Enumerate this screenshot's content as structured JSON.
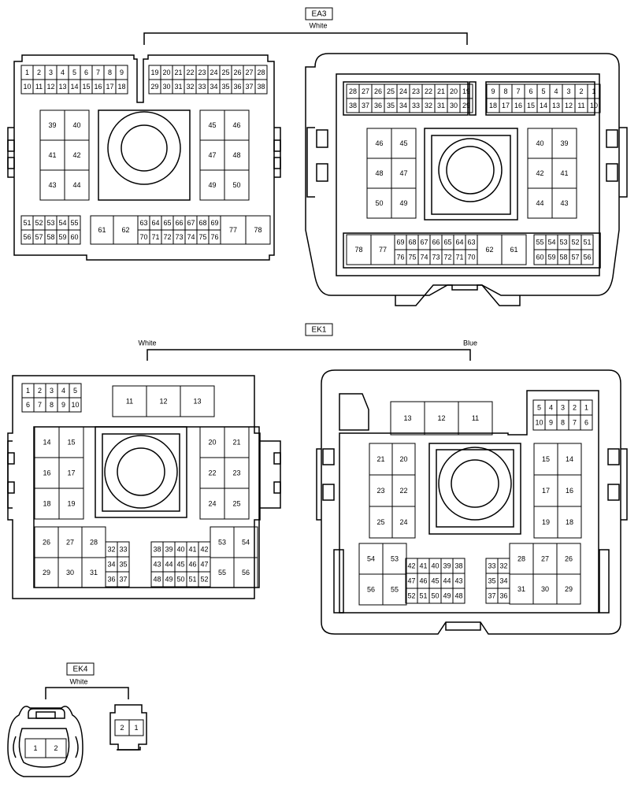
{
  "EA3": {
    "code": "EA3",
    "colors": [
      "White"
    ],
    "female": {
      "row_a": [
        "1",
        "2",
        "3",
        "4",
        "5",
        "6",
        "7",
        "8",
        "9",
        "19",
        "20",
        "21",
        "22",
        "23",
        "24",
        "25",
        "26",
        "27",
        "28"
      ],
      "row_b": [
        "10",
        "11",
        "12",
        "13",
        "14",
        "15",
        "16",
        "17",
        "18",
        "29",
        "30",
        "31",
        "32",
        "33",
        "34",
        "35",
        "36",
        "37",
        "38"
      ],
      "left_block": [
        "39",
        "40",
        "41",
        "42",
        "43",
        "44"
      ],
      "right_block": [
        "45",
        "46",
        "47",
        "48",
        "49",
        "50"
      ],
      "bottom_a": [
        "51",
        "52",
        "53",
        "54",
        "55"
      ],
      "bottom_b": [
        "56",
        "57",
        "58",
        "59",
        "60"
      ],
      "big": [
        "61",
        "62",
        "77",
        "78"
      ],
      "mid_a": [
        "63",
        "64",
        "65",
        "66",
        "67",
        "68",
        "69"
      ],
      "mid_b": [
        "70",
        "71",
        "72",
        "73",
        "74",
        "75",
        "76"
      ]
    },
    "male": {
      "row_a": [
        "28",
        "27",
        "26",
        "25",
        "24",
        "23",
        "22",
        "21",
        "20",
        "19",
        "9",
        "8",
        "7",
        "6",
        "5",
        "4",
        "3",
        "2",
        "1"
      ],
      "row_b": [
        "38",
        "37",
        "36",
        "35",
        "34",
        "33",
        "32",
        "31",
        "30",
        "29",
        "18",
        "17",
        "16",
        "15",
        "14",
        "13",
        "12",
        "11",
        "10"
      ],
      "left_block": [
        "46",
        "45",
        "48",
        "47",
        "50",
        "49"
      ],
      "right_block": [
        "40",
        "39",
        "42",
        "41",
        "44",
        "43"
      ],
      "big": [
        "78",
        "77",
        "62",
        "61"
      ],
      "mid_a": [
        "69",
        "68",
        "67",
        "66",
        "65",
        "64",
        "63"
      ],
      "mid_b": [
        "76",
        "75",
        "74",
        "73",
        "72",
        "71",
        "70"
      ],
      "bottom_a": [
        "55",
        "54",
        "53",
        "52",
        "51"
      ],
      "bottom_b": [
        "60",
        "59",
        "58",
        "57",
        "56"
      ]
    }
  },
  "EK1": {
    "code": "EK1",
    "colors": [
      "White",
      "Blue"
    ],
    "female": {
      "small_a": [
        "1",
        "2",
        "3",
        "4",
        "5"
      ],
      "small_b": [
        "6",
        "7",
        "8",
        "9",
        "10"
      ],
      "top": [
        "11",
        "12",
        "13"
      ],
      "left_block": [
        "14",
        "15",
        "16",
        "17",
        "18",
        "19"
      ],
      "right_block": [
        "20",
        "21",
        "22",
        "23",
        "24",
        "25"
      ],
      "bl_top": [
        "26",
        "27",
        "28"
      ],
      "bl_bot": [
        "29",
        "30",
        "31"
      ],
      "bl_small": [
        "32",
        "33",
        "34",
        "35",
        "36",
        "37"
      ],
      "bm_a": [
        "38",
        "39",
        "40",
        "41",
        "42"
      ],
      "bm_b": [
        "43",
        "44",
        "45",
        "46",
        "47"
      ],
      "bm_c": [
        "48",
        "49",
        "50",
        "51",
        "52"
      ],
      "br": [
        "53",
        "54",
        "55",
        "56"
      ]
    },
    "male": {
      "top": [
        "13",
        "12",
        "11"
      ],
      "small_a": [
        "5",
        "4",
        "3",
        "2",
        "1"
      ],
      "small_b": [
        "10",
        "9",
        "8",
        "7",
        "6"
      ],
      "left_block": [
        "21",
        "20",
        "23",
        "22",
        "25",
        "24"
      ],
      "right_block": [
        "15",
        "14",
        "17",
        "16",
        "19",
        "18"
      ],
      "bl": [
        "54",
        "53",
        "56",
        "55"
      ],
      "bm_a": [
        "42",
        "41",
        "40",
        "39",
        "38"
      ],
      "bm_b": [
        "47",
        "46",
        "45",
        "44",
        "43"
      ],
      "bm_c": [
        "52",
        "51",
        "50",
        "49",
        "48"
      ],
      "br_small": [
        "33",
        "32",
        "35",
        "34",
        "37",
        "36"
      ],
      "br_top": [
        "28",
        "27",
        "26"
      ],
      "br_bot": [
        "31",
        "30",
        "29"
      ]
    }
  },
  "EK4": {
    "code": "EK4",
    "colors": [
      "White"
    ],
    "female": [
      "1",
      "2"
    ],
    "male": [
      "2",
      "1"
    ]
  }
}
